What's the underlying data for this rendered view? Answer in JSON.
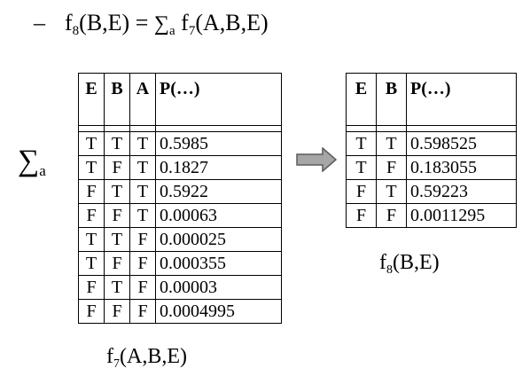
{
  "heading": {
    "dash": "–",
    "lhs_f": "f",
    "lhs_sub": "8",
    "lhs_args": "(B,E) =",
    "sigma": "∑",
    "sigma_sub": "a",
    "rhs_f": "f",
    "rhs_sub": "7",
    "rhs_args": "(A,B,E)"
  },
  "sum_symbol": {
    "sigma": "∑",
    "sub": "a"
  },
  "arrow_icon": "right-arrow-icon",
  "f7_table": {
    "headers": [
      "E",
      "B",
      "A",
      "P(…)"
    ],
    "rows": [
      [
        "T",
        "T",
        "T",
        "0.5985"
      ],
      [
        "T",
        "F",
        "T",
        "0.1827"
      ],
      [
        "F",
        "T",
        "T",
        "0.5922"
      ],
      [
        "F",
        "F",
        "T",
        "0.00063"
      ],
      [
        "T",
        "T",
        "F",
        "0.000025"
      ],
      [
        "T",
        "F",
        "F",
        "0.000355"
      ],
      [
        "F",
        "T",
        "F",
        "0.00003"
      ],
      [
        "F",
        "F",
        "F",
        "0.0004995"
      ]
    ]
  },
  "f8_table": {
    "headers": [
      "E",
      "B",
      "P(…)"
    ],
    "rows": [
      [
        "T",
        "T",
        "0.598525"
      ],
      [
        "T",
        "F",
        "0.183055"
      ],
      [
        "F",
        "T",
        "0.59223"
      ],
      [
        "F",
        "F",
        "0.0011295"
      ]
    ]
  },
  "caption_f7": {
    "f": "f",
    "sub": "7",
    "args": "(A,B,E)"
  },
  "caption_f8": {
    "f": "f",
    "sub": "8",
    "args": "(B,E)"
  },
  "colors": {
    "arrow_fill": "#a6a6a6",
    "arrow_stroke": "#5a5a5a"
  }
}
